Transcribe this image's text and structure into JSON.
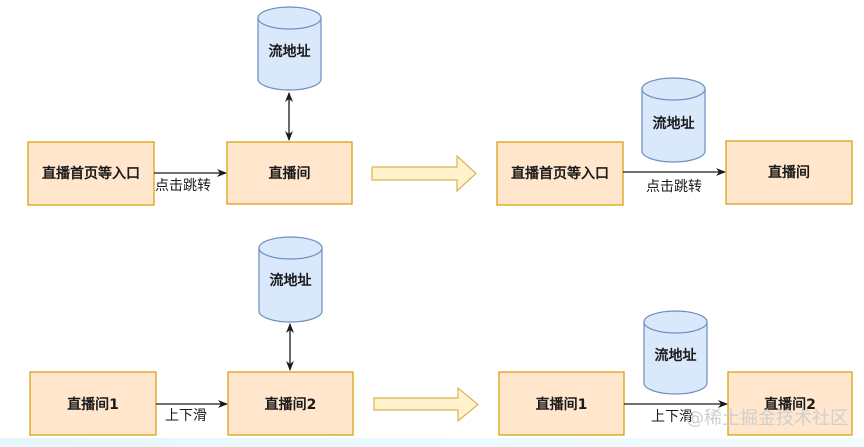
{
  "colors": {
    "process_fill": "#ffe6cc",
    "process_stroke": "#d79b00",
    "db_fill": "#dae8fc",
    "db_stroke": "#6c8ebf",
    "transition_arrow_fill": "#fff2cc",
    "transition_arrow_stroke": "#d6b656",
    "edge": "#1a1a1a"
  },
  "diagrams": [
    {
      "name": "click-jump-before",
      "source": "直播首页等入口",
      "target": "直播间",
      "edge_label": "点击跳转",
      "db_label": "流地址"
    },
    {
      "name": "click-jump-after",
      "source": "直播首页等入口",
      "target": "直播间",
      "edge_label": "点击跳转",
      "db_label": "流地址"
    },
    {
      "name": "swipe-before",
      "source": "直播间1",
      "target": "直播间2",
      "edge_label": "上下滑",
      "db_label": "流地址"
    },
    {
      "name": "swipe-after",
      "source": "直播间1",
      "target": "直播间2",
      "edge_label": "上下滑",
      "db_label": "流地址"
    }
  ],
  "watermark": "@稀土掘金技术社区"
}
